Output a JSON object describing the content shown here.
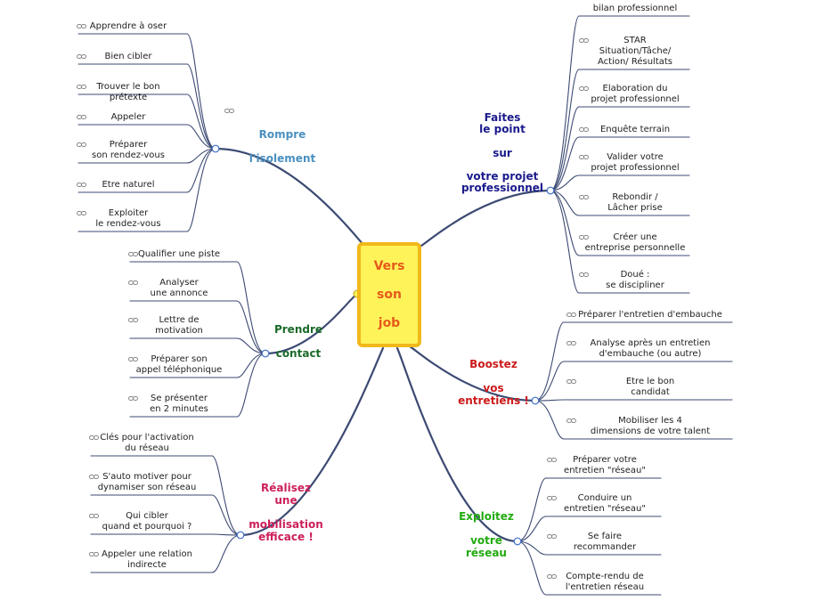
{
  "center": {
    "label": "Vers\nson\njob",
    "color": "#e65a1a",
    "fill": "#fff35a",
    "border": "#f1b81a"
  },
  "line_color": "#3c4a73",
  "junction_fill": "#ffffff",
  "junction_stroke": "#3d6fc8",
  "branches": {
    "rompre": {
      "label": "Rompre\n\nl'isolement",
      "color": "#4a90c0",
      "has_link_icon": true,
      "leaves": [
        {
          "label": "Apprendre à oser"
        },
        {
          "label": "Bien cibler"
        },
        {
          "label": "Trouver le bon prétexte"
        },
        {
          "label": "Appeler"
        },
        {
          "label": "Préparer\nson rendez-vous"
        },
        {
          "label": "Etre naturel"
        },
        {
          "label": "Exploiter\nle rendez-vous"
        }
      ]
    },
    "prendre": {
      "label": "Prendre\n\ncontact",
      "color": "#1a6a2a",
      "has_link_icon": false,
      "leaves": [
        {
          "label": "Qualifier une piste"
        },
        {
          "label": "Analyser\nune annonce"
        },
        {
          "label": "Lettre de\nmotivation"
        },
        {
          "label": "Préparer son\nappel téléphonique"
        },
        {
          "label": "Se présenter\nen 2 minutes"
        }
      ]
    },
    "realisez": {
      "label": "Réalisez\nune\n\nmobilisation\nefficace !",
      "color": "#cc1f5a",
      "has_link_icon": false,
      "leaves": [
        {
          "label": "Clés pour l'activation\ndu réseau"
        },
        {
          "label": "S'auto motiver pour\ndynamiser son réseau"
        },
        {
          "label": "Qui cibler\nquand et pourquoi ?"
        },
        {
          "label": "Appeler une relation\nindirecte"
        }
      ]
    },
    "faites": {
      "label": "Faites\nle point\n\nsur\n\nvotre projet\nprofessionnel",
      "color": "#1a1a8c",
      "has_link_icon": false,
      "leaves": [
        {
          "label": "Faire son\nbilan professionnel"
        },
        {
          "label": "STAR\nSituation/Tâche/\nAction/ Résultats"
        },
        {
          "label": "Elaboration du\nprojet professionnel"
        },
        {
          "label": "Enquête terrain"
        },
        {
          "label": "Valider votre\nprojet professionnel"
        },
        {
          "label": "Rebondir /\nLâcher prise"
        },
        {
          "label": "Créer une\nentreprise personnelle"
        },
        {
          "label": "Doué :\nse discipliner"
        }
      ]
    },
    "boostez": {
      "label": "Boostez\n\nvos\nentretiens !",
      "color": "#cc1a1a",
      "has_link_icon": false,
      "leaves": [
        {
          "label": "Préparer l'entretien d'embauche"
        },
        {
          "label": "Analyse après un entretien\nd'embauche (ou autre)"
        },
        {
          "label": "Etre le bon\ncandidat"
        },
        {
          "label": "Mobiliser les 4\ndimensions de votre talent"
        }
      ]
    },
    "exploitez": {
      "label": "Exploitez\n\nvotre\nréseau",
      "color": "#22aa10",
      "has_link_icon": false,
      "leaves": [
        {
          "label": "Préparer votre\nentretien \"réseau\""
        },
        {
          "label": "Conduire un\nentretien \"réseau\""
        },
        {
          "label": "Se faire\nrecommander"
        },
        {
          "label": "Compte-rendu de\nl'entretien réseau"
        }
      ]
    }
  }
}
